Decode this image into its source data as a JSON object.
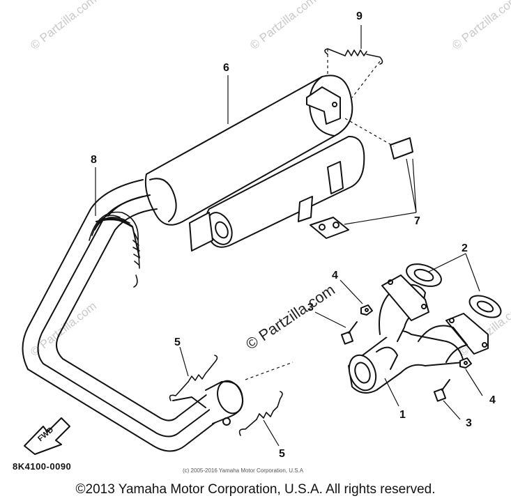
{
  "diagram": {
    "drawing_code": "8K4100-0090",
    "fwd_label": "FWD",
    "callouts": {
      "c1": "1",
      "c2": "2",
      "c3a": "3",
      "c3b": "3",
      "c4a": "4",
      "c4b": "4",
      "c5a": "5",
      "c5b": "5",
      "c6": "6",
      "c7": "7",
      "c8": "8",
      "c9": "9"
    },
    "watermarks": {
      "center": "© Partzilla.com",
      "tile": "© Partzilla.com"
    },
    "small_copyright": "(c) 2005-2016 Yamaha Motor Corporation, U.S.A",
    "footer_copyright": "©2013 Yamaha Motor Corporation, U.S.A. All rights reserved."
  }
}
